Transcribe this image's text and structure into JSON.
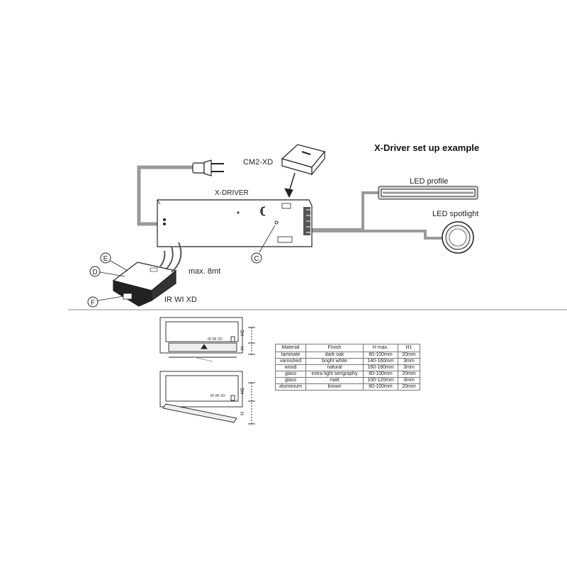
{
  "title": "X-Driver set up example",
  "labels": {
    "cm2xd": "CM2-XD",
    "xdriver": "X-DRIVER",
    "led_profile": "LED profile",
    "led_spotlight": "LED spotlight",
    "max_distance": "max. 8mt",
    "ir_wi_xd": "IR WI XD",
    "callout_c": "C",
    "callout_d": "D",
    "callout_e": "E",
    "callout_f": "F"
  },
  "detail": {
    "sensor_label_top": "IR WI XD",
    "sensor_label_bottom": "IR WI XD",
    "h1_top": "H1",
    "h_top": "H",
    "h1_bottom": "H1",
    "h_bottom": "H"
  },
  "table": {
    "headers": [
      "Material",
      "Finish",
      "H max.",
      "H1"
    ],
    "rows": [
      [
        "laminate",
        "dark oak",
        "80-100mm",
        "20mm"
      ],
      [
        "varnished",
        "bright white",
        "140-160mm",
        "3mm"
      ],
      [
        "wood",
        "natural",
        "160-180mm",
        "3mm"
      ],
      [
        "glass",
        "extra light serigraphy",
        "80-100mm",
        "20mm"
      ],
      [
        "glass",
        "matt",
        "100-120mm",
        "3mm"
      ],
      [
        "aluminium",
        "brown",
        "80-100mm",
        "20mm"
      ]
    ]
  },
  "colors": {
    "cable": "#9a9a9a",
    "line": "#222222"
  }
}
